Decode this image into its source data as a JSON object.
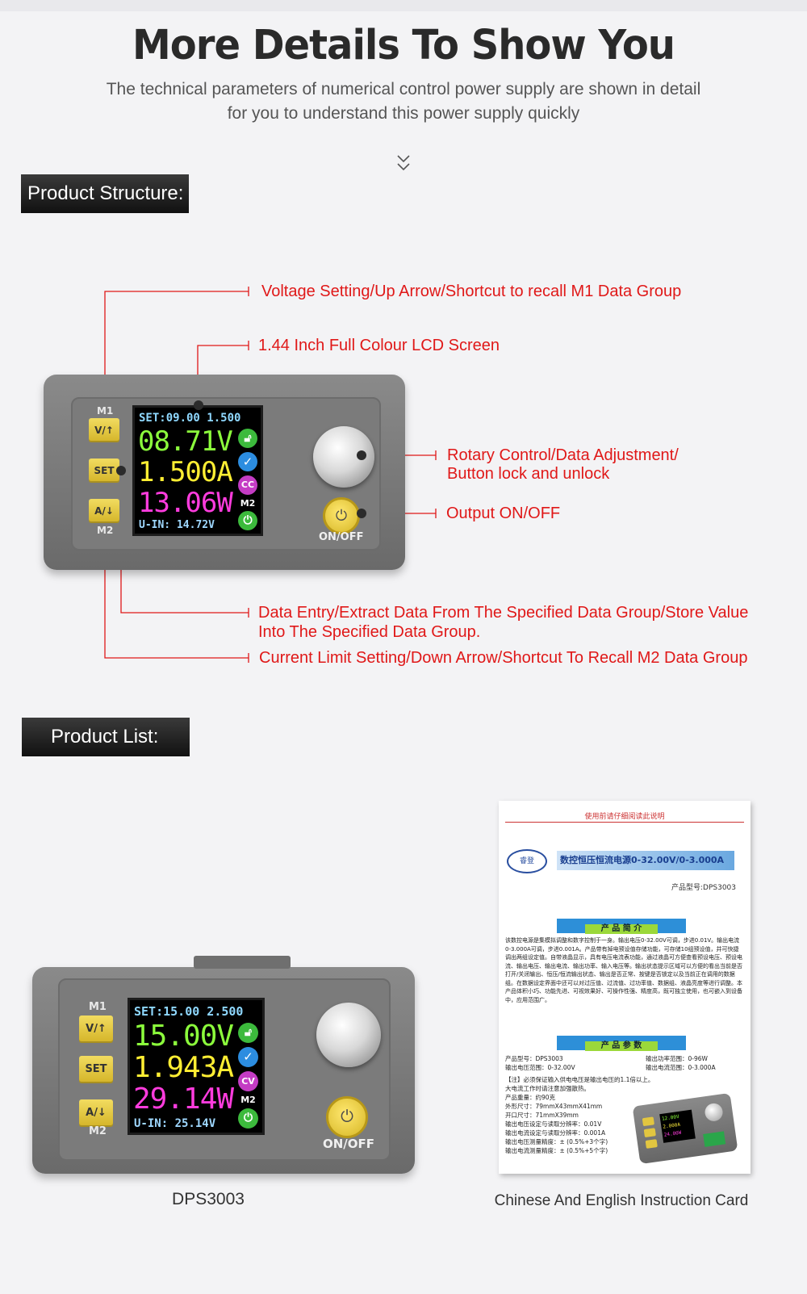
{
  "header": {
    "title": "More Details To Show You",
    "subtitle": "The technical parameters of numerical control power supply are shown in detail for you to understand this power supply quickly"
  },
  "sections": {
    "structure_tag": "Product Structure:",
    "list_tag": "Product List:"
  },
  "callouts": {
    "voltage": "Voltage Setting/Up Arrow/Shortcut to recall M1 Data Group",
    "lcd": "1.44 Inch Full Colour LCD Screen",
    "rotary_line1": "Rotary Control/Data Adjustment/",
    "rotary_line2": "Button lock and unlock",
    "output": "Output ON/OFF",
    "data_entry_line1": "Data Entry/Extract Data From The Specified Data Group/Store Value",
    "data_entry_line2": "Into The Specified Data Group.",
    "current": "Current Limit Setting/Down Arrow/Shortcut To Recall M2 Data Group"
  },
  "device1": {
    "m1": "M1",
    "m2": "M2",
    "btn_up": "V/↑",
    "btn_set": "SET",
    "btn_down": "A/↓",
    "set_line": "SET:09.00 1.500",
    "voltage": "08.71V",
    "current": "1.500A",
    "power": "13.06W",
    "uin": "U-IN: 14.72V",
    "mode": "CC",
    "mem": "M2",
    "onoff": "ON/OFF"
  },
  "device2": {
    "m1": "M1",
    "m2": "M2",
    "btn_up": "V/↑",
    "btn_set": "SET",
    "btn_down": "A/↓",
    "set_line": "SET:15.00 2.500",
    "voltage": "15.00V",
    "current": "1.943A",
    "power": "29.14W",
    "uin": "U-IN: 25.14V",
    "mode": "CV",
    "mem": "M2",
    "onoff": "ON/OFF"
  },
  "captions": {
    "product": "DPS3003",
    "card": "Chinese And English Instruction Card"
  },
  "card": {
    "top": "使用前请仔细阅读此说明",
    "logo": "睿登",
    "banner": "数控恒压恒流电源0-32.00V/0-3.000A",
    "model": "产品型号:DPS3003",
    "sec1": "产 品 简 介",
    "intro": "该数控电源是集模拟调整和数字控制于一身。输出电压0-32.00V可调，步进0.01V。输出电流0-3.000A可调，步进0.001A。产品带有掉电预设值存储功能，可存储10组预设值，并可快捷调出两组设定值。自带液晶显示，具有电压电流表功能，通过液晶可方便查看预设电压、预设电流、输出电压、输出电流、输出功率、输入电压等。输出状态提示区域可以方便的看出当前是否打开/关闭输出、恒压/恒流输出状态、输出是否正常、按键是否锁定以及当前正在调用的数据组。在数据设定界面中还可以对过压值、过流值、过功率值、数据组、液晶亮度等进行调整。本产品体积小巧、功能先进、可视效果好、可操作性强、精度高，既可独立使用，也可嵌入到设备中，应用范围广。",
    "sec2": "产 品 参 数",
    "spec_left": "产品型号：DPS3003\n输出电压范围：0-32.00V",
    "spec_right": "输出功率范围：0-96W\n输出电流范围：0-3.000A",
    "spec_notes": "【注】必须保证输入供电电压是输出电压的1.1倍以上。\n大电流工作时请注意加强散热。\n产品重量：约90克\n外形尺寸：79mmX43mmX41mm\n开口尺寸：71mmX39mm\n输出电压设定与读取分辨率：0.01V\n输出电流设定与读取分辨率：0.001A\n输出电压测量精度：± (0.5%+3个字)\n输出电流测量精度：± (0.5%+5个字)",
    "mini_v": "12.00V",
    "mini_a": "2.000A",
    "mini_w": "24.00W"
  },
  "colors": {
    "callout_red": "#e01818",
    "lcd_voltage": "#8cff3c",
    "lcd_current": "#ffee33",
    "lcd_power": "#ff3cde",
    "button_yellow": "#f2dc60"
  },
  "icons": {
    "chevron": "double-chevron-down-icon",
    "lock": "lock-icon",
    "check": "check-icon",
    "power": "power-icon"
  }
}
